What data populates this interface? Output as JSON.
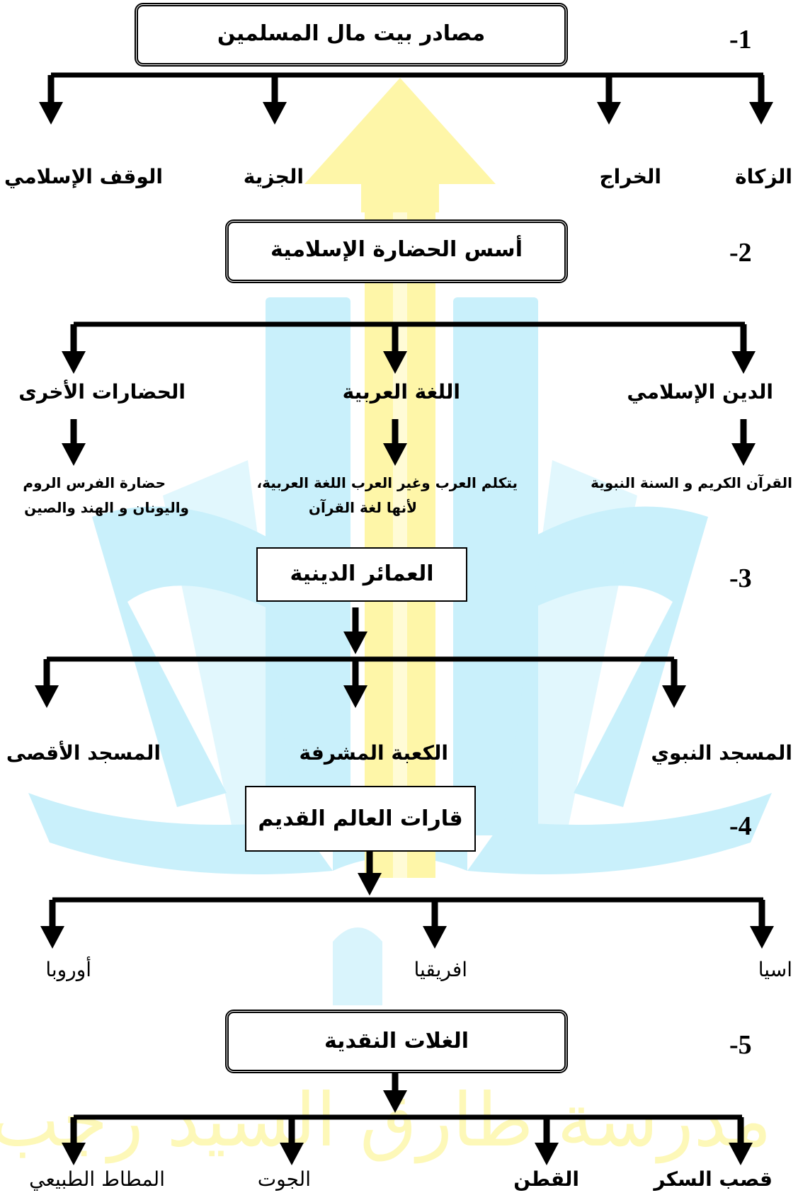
{
  "watermark": {
    "text": "مدرسة طارق السيد رجب"
  },
  "colors": {
    "watermark_cyan": "#c9f0fb",
    "watermark_yellow": "#fef6a8",
    "ink": "#000000"
  },
  "sections": [
    {
      "number": "-1",
      "title": "مصادر بيت مال المسلمين",
      "items": [
        "الزكاة",
        "الخراج",
        "الجزية",
        "الوقف الإسلامي"
      ]
    },
    {
      "number": "-2",
      "title": "أسس الحضارة الإسلامية",
      "items": [
        {
          "label": "الدين الإسلامي",
          "detail": [
            "القرآن الكريم و السنة النبوية"
          ]
        },
        {
          "label": "اللغة العربية",
          "detail": [
            "يتكلم العرب وغير العرب اللغة العربية،",
            "لأنها لغة القرآن"
          ]
        },
        {
          "label": "الحضارات الأخرى",
          "detail": [
            "حضارة الفرس الروم",
            "واليونان و الهند والصين"
          ]
        }
      ]
    },
    {
      "number": "-3",
      "title": "العمائر الدينية",
      "items": [
        "المسجد النبوي",
        "الكعبة المشرفة",
        "المسجد الأقصى"
      ]
    },
    {
      "number": "-4",
      "title": "قارات العالم القديم",
      "items": [
        "اسيا",
        "افريقيا",
        "أوروبا"
      ]
    },
    {
      "number": "-5",
      "title": "الغلات النقدية",
      "items": [
        "قصب السكر",
        "القطن",
        "الجوت",
        "المطاط الطبيعي"
      ]
    }
  ]
}
